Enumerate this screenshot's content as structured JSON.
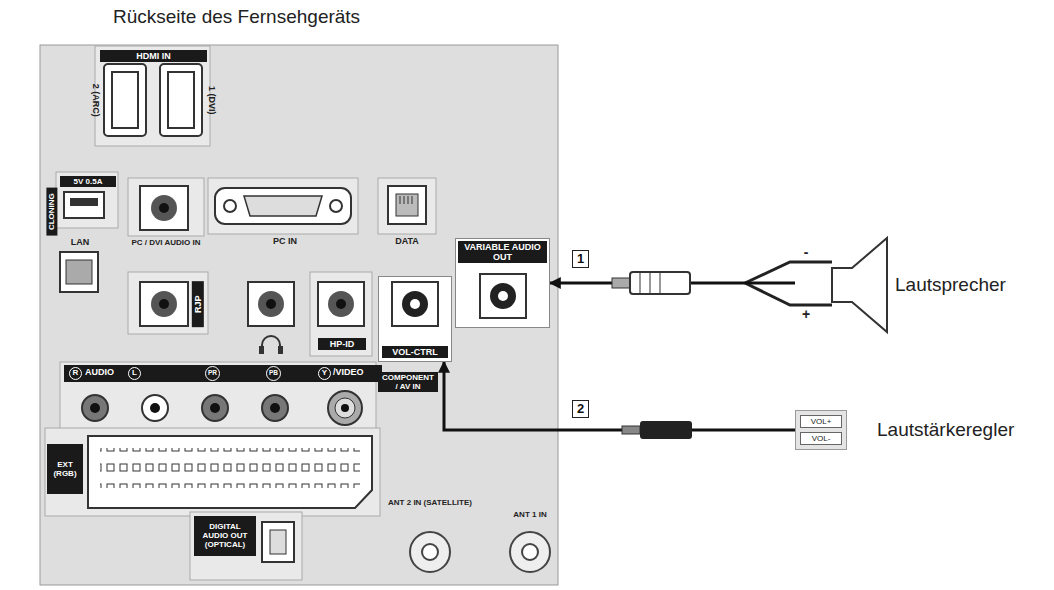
{
  "diagram": {
    "title": "Rückseite des Fernsehgeräts",
    "nodes": [
      {
        "text": [
          "VARIABLE AUDIO OUT"
        ]
      },
      {
        "text": [
          "VOL-CTRL"
        ]
      },
      {
        "text": [
          "Lautsprecher"
        ]
      },
      {
        "text": [
          "VOL+",
          "VOL-",
          "Lautstärkeregler"
        ]
      }
    ],
    "edges": [
      {
        "from": 2,
        "to": 0,
        "arrow": "to",
        "label": "1"
      },
      {
        "from": 3,
        "to": 1,
        "arrow": "to",
        "label": "2"
      }
    ],
    "labels": [
      "HDMI IN",
      "2 (ARC)",
      "1 (DVI)",
      "5V 0.5A",
      "CLONING",
      "LAN",
      "PC / DVI AUDIO IN",
      "PC IN",
      "DATA",
      "RJP",
      "HP-ID",
      "R",
      "AUDIO",
      "L",
      "PR",
      "PB",
      "Y",
      "/VIDEO",
      "COMPONENT / AV IN",
      "EXT (RGB)",
      "DIGITAL AUDIO OUT (OPTICAL)",
      "ANT 2 IN (SATELLITE)",
      "ANT 1 IN",
      "-",
      "+"
    ]
  }
}
